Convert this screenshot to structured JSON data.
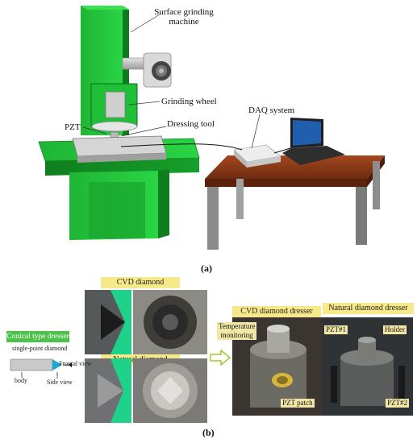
{
  "panel_a": {
    "labels": {
      "surface_grinding_machine": "Surface grinding\nmachine",
      "grinding_wheel": "Grinding wheel",
      "pzt": "PZT",
      "dressing_tool": "Dressing tool",
      "daq_system": "DAQ system"
    },
    "caption": "(a)"
  },
  "panel_b": {
    "cvd_diamond": "CVD diamond",
    "natural_diamond": "Natural diamond",
    "conical_type_dresser": "Conical type dresser",
    "single_point_diamond": "single-point diamond",
    "body": "body",
    "frontal_view": "Frontal view",
    "side_view": "Side view",
    "cvd_diamond_dresser": "CVD diamond dresser",
    "natural_diamond_dresser": "Natural diamond dresser",
    "temperature_monitoring": "Temperature\nmonitoring",
    "pzt_patch": "PZT patch",
    "pzt1": "PZT#1",
    "pzt2": "PZT#2",
    "holder": "Holder",
    "caption": "(b)"
  },
  "colors": {
    "machine_green": "#23c23a",
    "machine_dark_green": "#138a22",
    "table_wood": "#8b3a1a",
    "tag_yellow": "#f7e98a",
    "tag_green": "#4cc24a"
  }
}
